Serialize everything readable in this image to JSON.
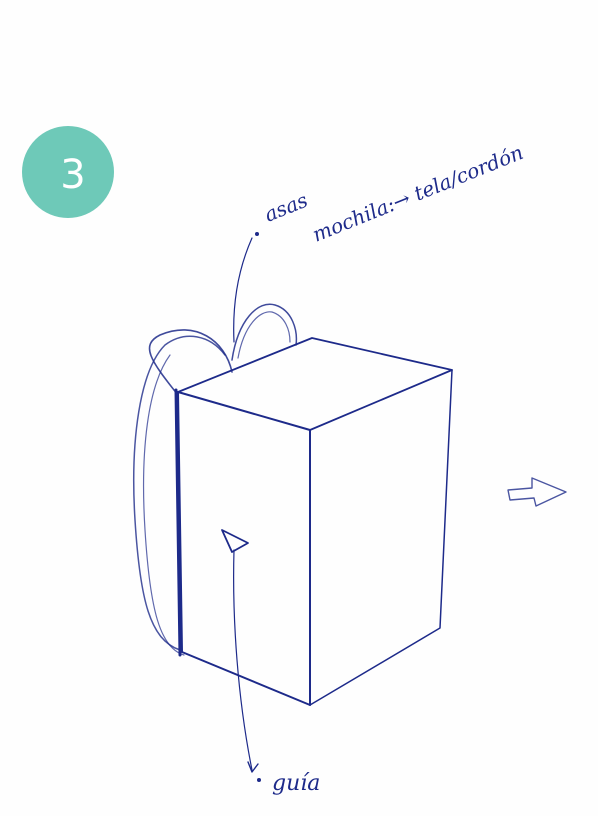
{
  "step": {
    "number": "3",
    "badge_color": "#6ec9b8"
  },
  "annotations": {
    "asas": "asas",
    "mochila": "mochila:→ tela/cordón",
    "guia": "guía"
  },
  "colors": {
    "ink": "#1d2a8a",
    "paper": "#fefefe"
  },
  "icons": {
    "arrow": "right-arrow-icon"
  }
}
